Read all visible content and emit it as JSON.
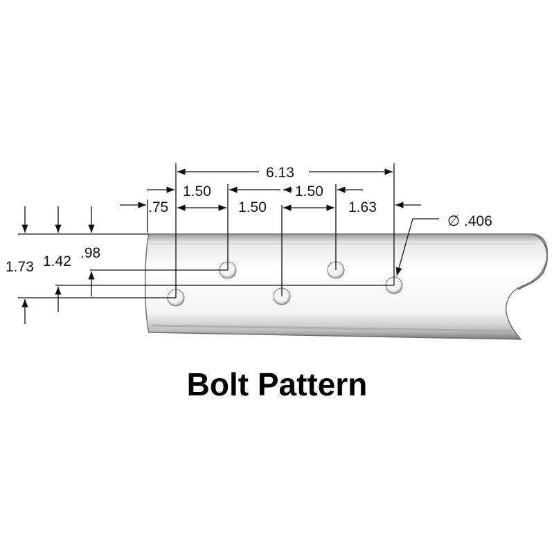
{
  "title": "Bolt Pattern",
  "dimensions": {
    "overall": "6.13",
    "spacing_upper_1": "1.50",
    "spacing_lower": "1.50",
    "spacing_upper_2": "1.50",
    "end_offset_left": ".75",
    "end_offset_right": "1.63",
    "hole_diameter": ".406",
    "diameter_symbol": "∅",
    "height_bottom_row": "1.73",
    "height_middle_row": "1.42",
    "height_top_row": ".98"
  },
  "colors": {
    "line": "#111111",
    "tube_shadow": "#8a8a8a",
    "tube_highlight": "#ffffff"
  }
}
